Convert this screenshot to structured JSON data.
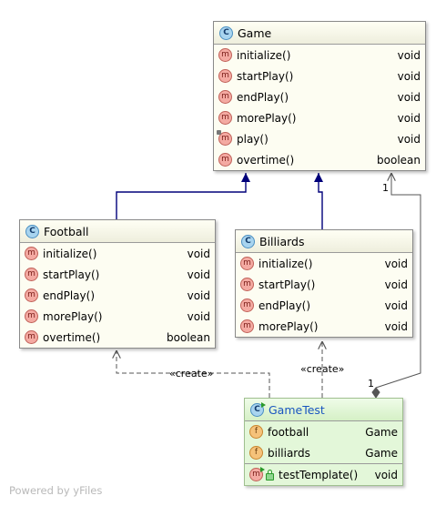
{
  "classes": {
    "game": {
      "name": "Game",
      "icon": "class-icon",
      "methods": [
        {
          "name": "initialize()",
          "type": "void"
        },
        {
          "name": "startPlay()",
          "type": "void"
        },
        {
          "name": "endPlay()",
          "type": "void"
        },
        {
          "name": "morePlay()",
          "type": "void"
        },
        {
          "name": "play()",
          "type": "void"
        },
        {
          "name": "overtime()",
          "type": "boolean"
        }
      ]
    },
    "football": {
      "name": "Football",
      "icon": "class-icon",
      "methods": [
        {
          "name": "initialize()",
          "type": "void"
        },
        {
          "name": "startPlay()",
          "type": "void"
        },
        {
          "name": "endPlay()",
          "type": "void"
        },
        {
          "name": "morePlay()",
          "type": "void"
        },
        {
          "name": "overtime()",
          "type": "boolean"
        }
      ]
    },
    "billiards": {
      "name": "Billiards",
      "icon": "class-icon",
      "methods": [
        {
          "name": "initialize()",
          "type": "void"
        },
        {
          "name": "startPlay()",
          "type": "void"
        },
        {
          "name": "endPlay()",
          "type": "void"
        },
        {
          "name": "morePlay()",
          "type": "void"
        }
      ]
    },
    "gametest": {
      "name": "GameTest",
      "icon": "test-class-icon",
      "fields": [
        {
          "name": "football",
          "type": "Game"
        },
        {
          "name": "billiards",
          "type": "Game"
        }
      ],
      "methods": [
        {
          "name": "testTemplate()",
          "type": "void"
        }
      ]
    }
  },
  "icons": {
    "class": "C",
    "method": "m",
    "field": "f"
  },
  "edges": {
    "create_label": "«create»",
    "multiplicity_game": "1",
    "multiplicity_gametest": "1"
  },
  "colors": {
    "inheritance": "#00007a",
    "dependency": "#555555",
    "association": "#555555"
  },
  "watermark": "Powered by yFiles"
}
